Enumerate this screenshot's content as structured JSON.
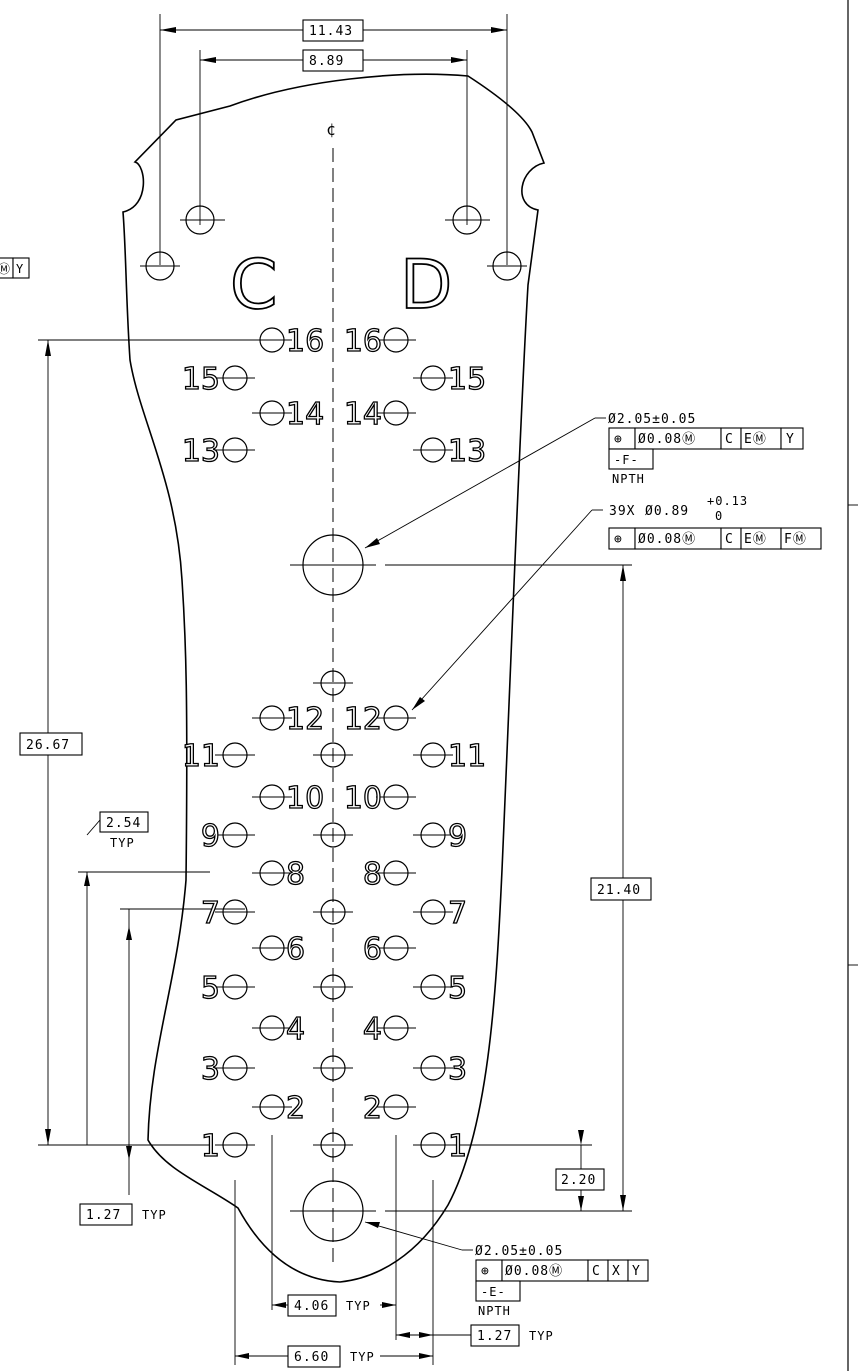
{
  "dims": {
    "w1143": "11.43",
    "w889": "8.89",
    "h2667": "26.67",
    "h2140": "21.40",
    "p254": "2.54",
    "p254_typ": "TYP",
    "p127": "1.27",
    "p127_typ": "TYP",
    "p220": "2.20",
    "p406": "4.06",
    "p406_typ": "TYP",
    "p127b": "1.27",
    "p127b_typ": "TYP",
    "p660": "6.60",
    "p660_typ": "TYP"
  },
  "centerline": "¢",
  "row_labels": {
    "left": "C",
    "right": "D"
  },
  "pin_numbers": {
    "p16": "16",
    "p15": "15",
    "p14": "14",
    "p13": "13",
    "p12": "12",
    "p11": "11",
    "p10": "10",
    "p9": "9",
    "p8": "8",
    "p7": "7",
    "p6": "6",
    "p5": "5",
    "p4": "4",
    "p3": "3",
    "p2": "2",
    "p1": "1"
  },
  "callouts": {
    "hole_f": {
      "size": "Ø2.05±0.05",
      "frame": [
        "⊕",
        "Ø0.08Ⓜ",
        "C",
        "EⓂ",
        "Y"
      ],
      "datum": "-F-",
      "note": "NPTH"
    },
    "holes_39x": {
      "count": "39X",
      "size": "Ø0.89",
      "tol_upper": "+0.13",
      "tol_lower": "0",
      "frame": [
        "⊕",
        "Ø0.08Ⓜ",
        "C",
        "EⓂ",
        "FⓂ"
      ]
    },
    "hole_e": {
      "size": "Ø2.05±0.05",
      "frame": [
        "⊕",
        "Ø0.08Ⓜ",
        "C",
        "X",
        "Y"
      ],
      "datum": "-E-",
      "note": "NPTH"
    },
    "partial_frame": [
      "Ⓜ",
      "Y"
    ]
  }
}
